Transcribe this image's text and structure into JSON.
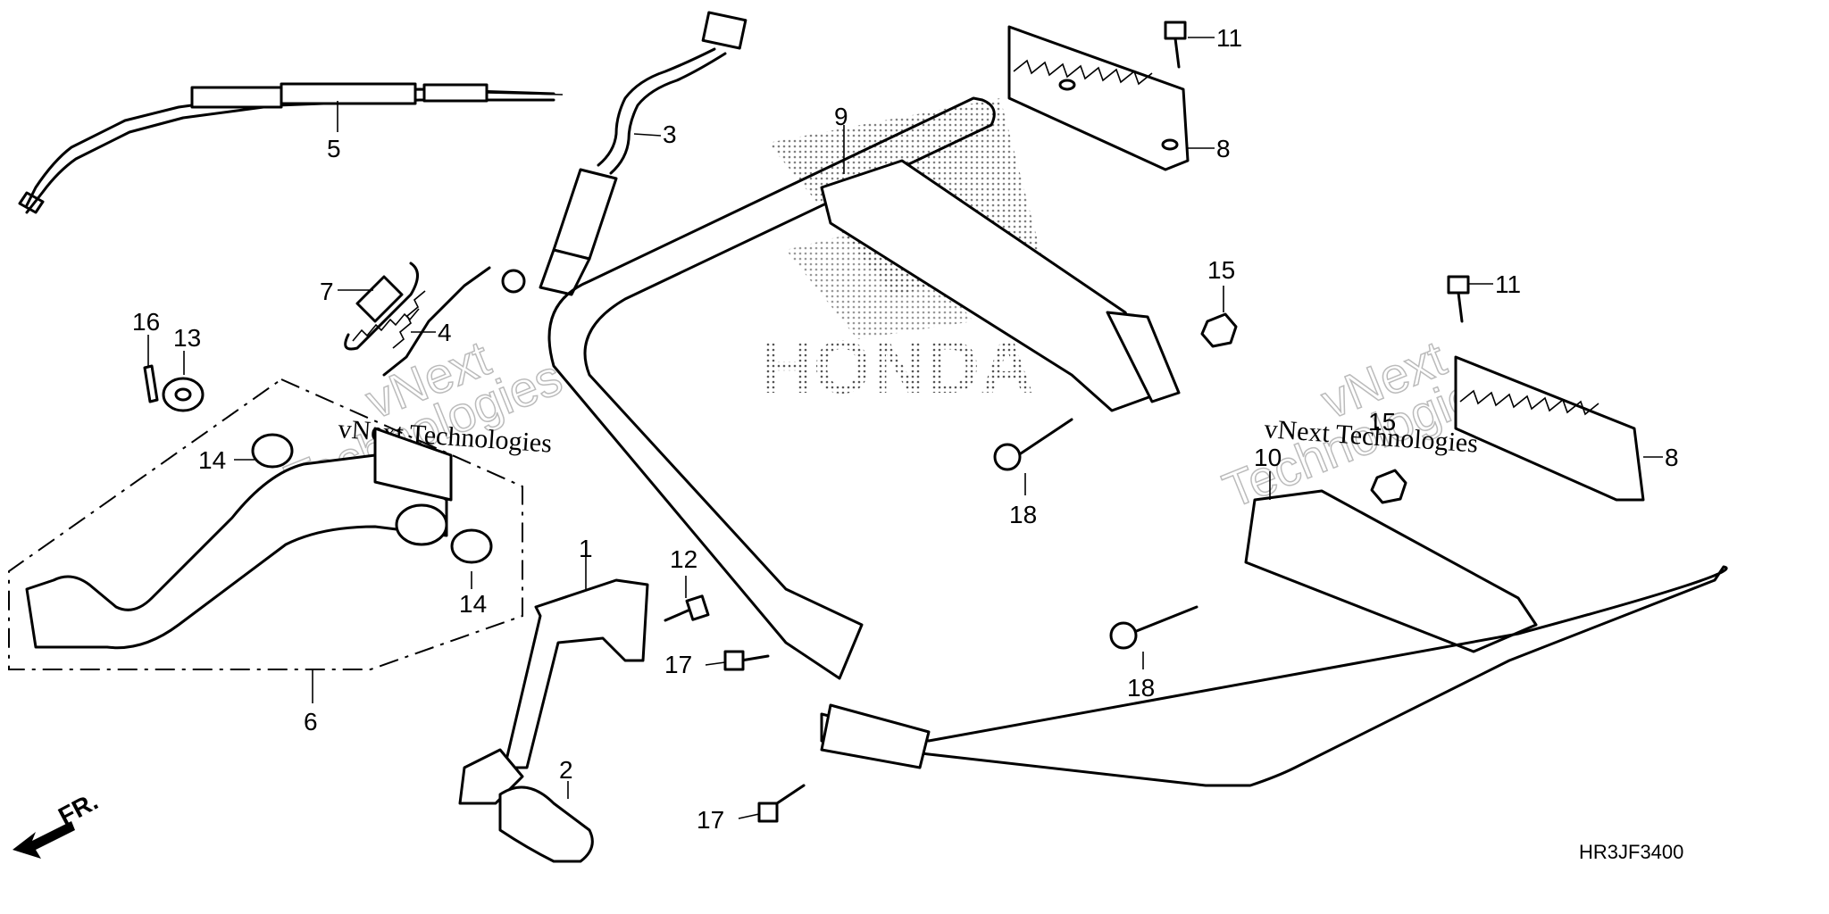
{
  "diagram_code": "HR3JF3400",
  "front_indicator": "FR.",
  "watermarks": {
    "line1": "vNext Technologies",
    "outline_word1": "vNext",
    "outline_word2": "Technologies"
  },
  "logo_text": "HONDA",
  "callouts": {
    "c1": "1",
    "c2": "2",
    "c3": "3",
    "c4": "4",
    "c5": "5",
    "c6": "6",
    "c7": "7",
    "c8a": "8",
    "c8b": "8",
    "c9": "9",
    "c10": "10",
    "c11a": "11",
    "c11b": "11",
    "c12": "12",
    "c13": "13",
    "c14a": "14",
    "c14b": "14",
    "c15a": "15",
    "c15b": "15",
    "c16": "16",
    "c17a": "17",
    "c17b": "17",
    "c18a": "18",
    "c18b": "18"
  }
}
